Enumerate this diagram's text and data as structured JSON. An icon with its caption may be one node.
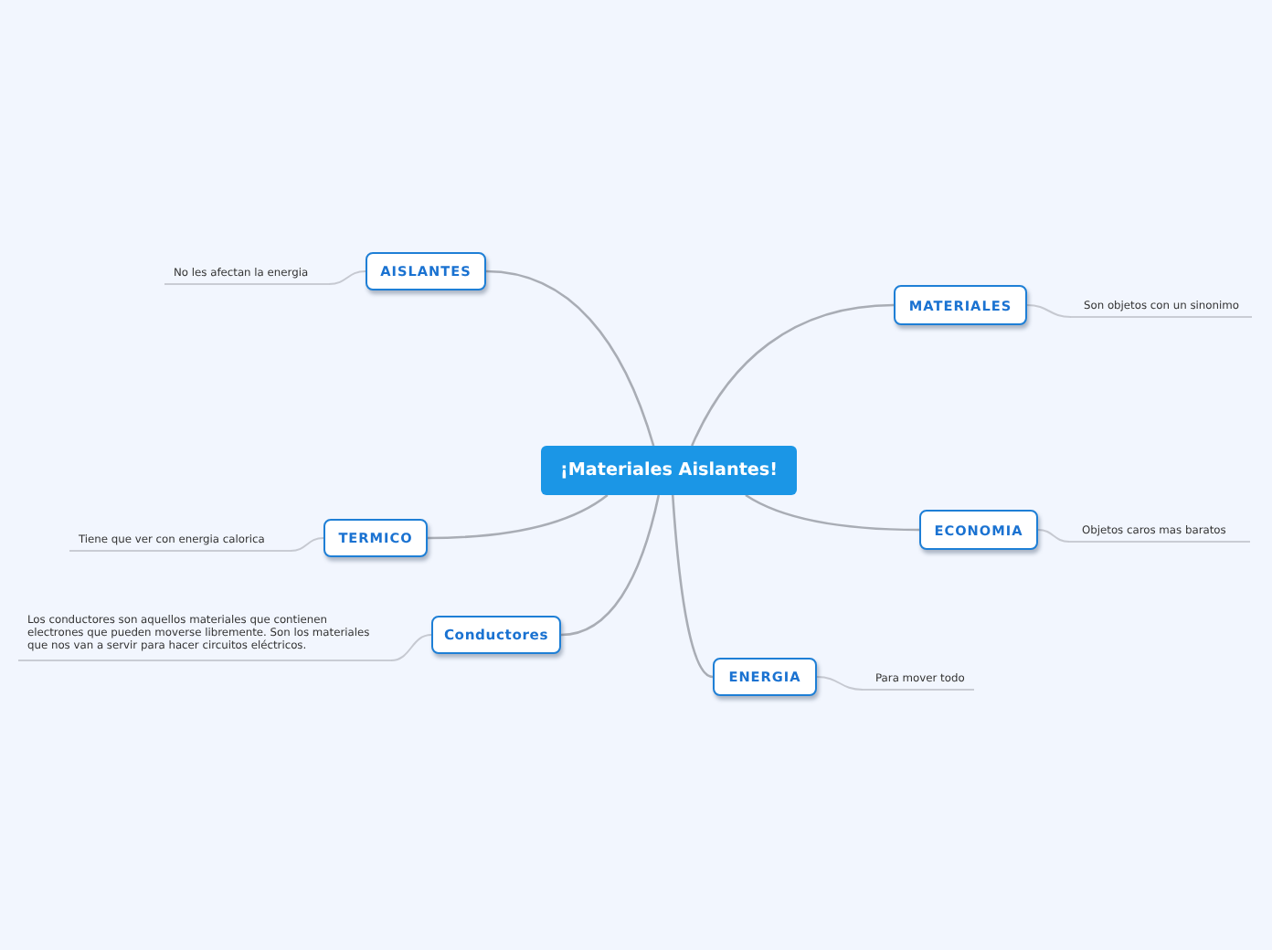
{
  "diagram": {
    "nodes": [
      {
        "text": [
          "¡Materiales Aislantes!"
        ]
      },
      {
        "text": [
          "AISLANTES"
        ]
      },
      {
        "text": [
          "No les afectan la energia"
        ]
      },
      {
        "text": [
          "MATERIALES"
        ]
      },
      {
        "text": [
          "Son objetos con un sinonimo"
        ]
      },
      {
        "text": [
          "TERMICO"
        ]
      },
      {
        "text": [
          "Tiene que ver con energia calorica"
        ]
      },
      {
        "text": [
          "ECONOMIA"
        ]
      },
      {
        "text": [
          "Objetos caros mas baratos"
        ]
      },
      {
        "text": [
          "Conductores"
        ]
      },
      {
        "text": [
          "Los conductores son aquellos materiales que contienen electrones que pueden moverse libremente. Son los materiales que nos van a servir para hacer circuitos eléctricos."
        ]
      },
      {
        "text": [
          "ENERGIA"
        ]
      },
      {
        "text": [
          "Para mover todo"
        ]
      }
    ],
    "edges": [
      {
        "from": 0,
        "to": 1,
        "arrow": "none"
      },
      {
        "from": 1,
        "to": 2,
        "arrow": "none"
      },
      {
        "from": 0,
        "to": 3,
        "arrow": "none"
      },
      {
        "from": 3,
        "to": 4,
        "arrow": "none"
      },
      {
        "from": 0,
        "to": 5,
        "arrow": "none"
      },
      {
        "from": 5,
        "to": 6,
        "arrow": "none"
      },
      {
        "from": 0,
        "to": 7,
        "arrow": "none"
      },
      {
        "from": 7,
        "to": 8,
        "arrow": "none"
      },
      {
        "from": 0,
        "to": 9,
        "arrow": "none"
      },
      {
        "from": 9,
        "to": 10,
        "arrow": "none"
      },
      {
        "from": 0,
        "to": 11,
        "arrow": "none"
      },
      {
        "from": 11,
        "to": 12,
        "arrow": "none"
      }
    ]
  }
}
